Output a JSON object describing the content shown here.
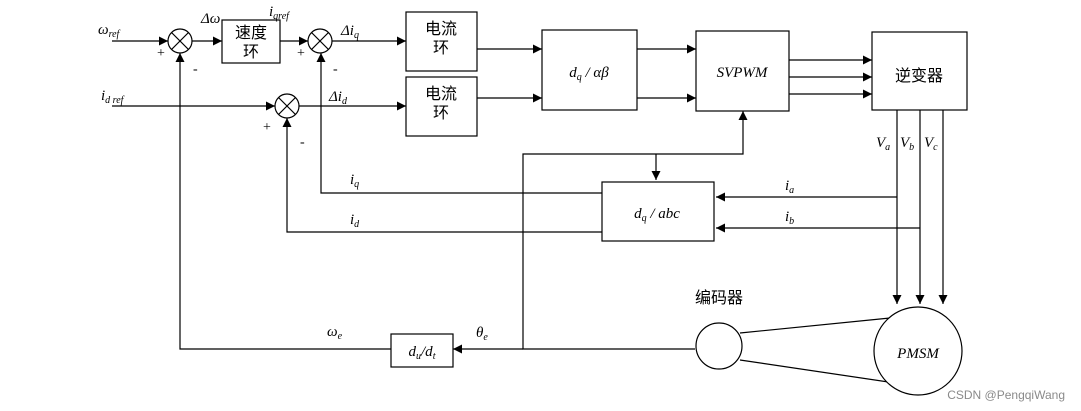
{
  "inputs": {
    "omega_ref": {
      "sym": "ω",
      "sub": "ref"
    },
    "id_ref": {
      "sym": "i",
      "sub": "d ref"
    }
  },
  "sums": {
    "s1": {
      "plus": "+",
      "minus": "-"
    },
    "s2": {
      "plus": "+",
      "minus": "-"
    },
    "s3": {
      "plus": "+",
      "minus": "-"
    }
  },
  "signals": {
    "delta_omega": "Δω",
    "iqref": {
      "sym": "i",
      "sub": "qref"
    },
    "delta_iq": {
      "sym": "Δi",
      "sub": "q"
    },
    "delta_id": {
      "sym": "Δi",
      "sub": "d"
    },
    "iq": {
      "sym": "i",
      "sub": "q"
    },
    "id": {
      "sym": "i",
      "sub": "d"
    },
    "ia": {
      "sym": "i",
      "sub": "a"
    },
    "ib": {
      "sym": "i",
      "sub": "b"
    },
    "va": {
      "sym": "V",
      "sub": "a"
    },
    "vb": {
      "sym": "V",
      "sub": "b"
    },
    "vc": {
      "sym": "V",
      "sub": "c"
    },
    "omega_e": {
      "sym": "ω",
      "sub": "e"
    },
    "theta_e": {
      "sym": "θ",
      "sub": "e"
    }
  },
  "blocks": {
    "speed_loop": [
      "速度",
      "环"
    ],
    "current_loop_q": [
      "电流",
      "环"
    ],
    "current_loop_d": [
      "电流",
      "环"
    ],
    "dq_to_ab": {
      "a": "d",
      "a_sub": "q",
      "b": " / αβ"
    },
    "svpwm": "SVPWM",
    "inverter": "逆变器",
    "dq_abc": {
      "a": "d",
      "a_sub": "q",
      "b": " / abc"
    },
    "derivative": {
      "a": "d",
      "a_sub": "u",
      "b": "/d",
      "b_sub": "t"
    },
    "pmsm": "PMSM"
  },
  "encoder_label": "编码器",
  "watermark": "CSDN @PengqiWang"
}
